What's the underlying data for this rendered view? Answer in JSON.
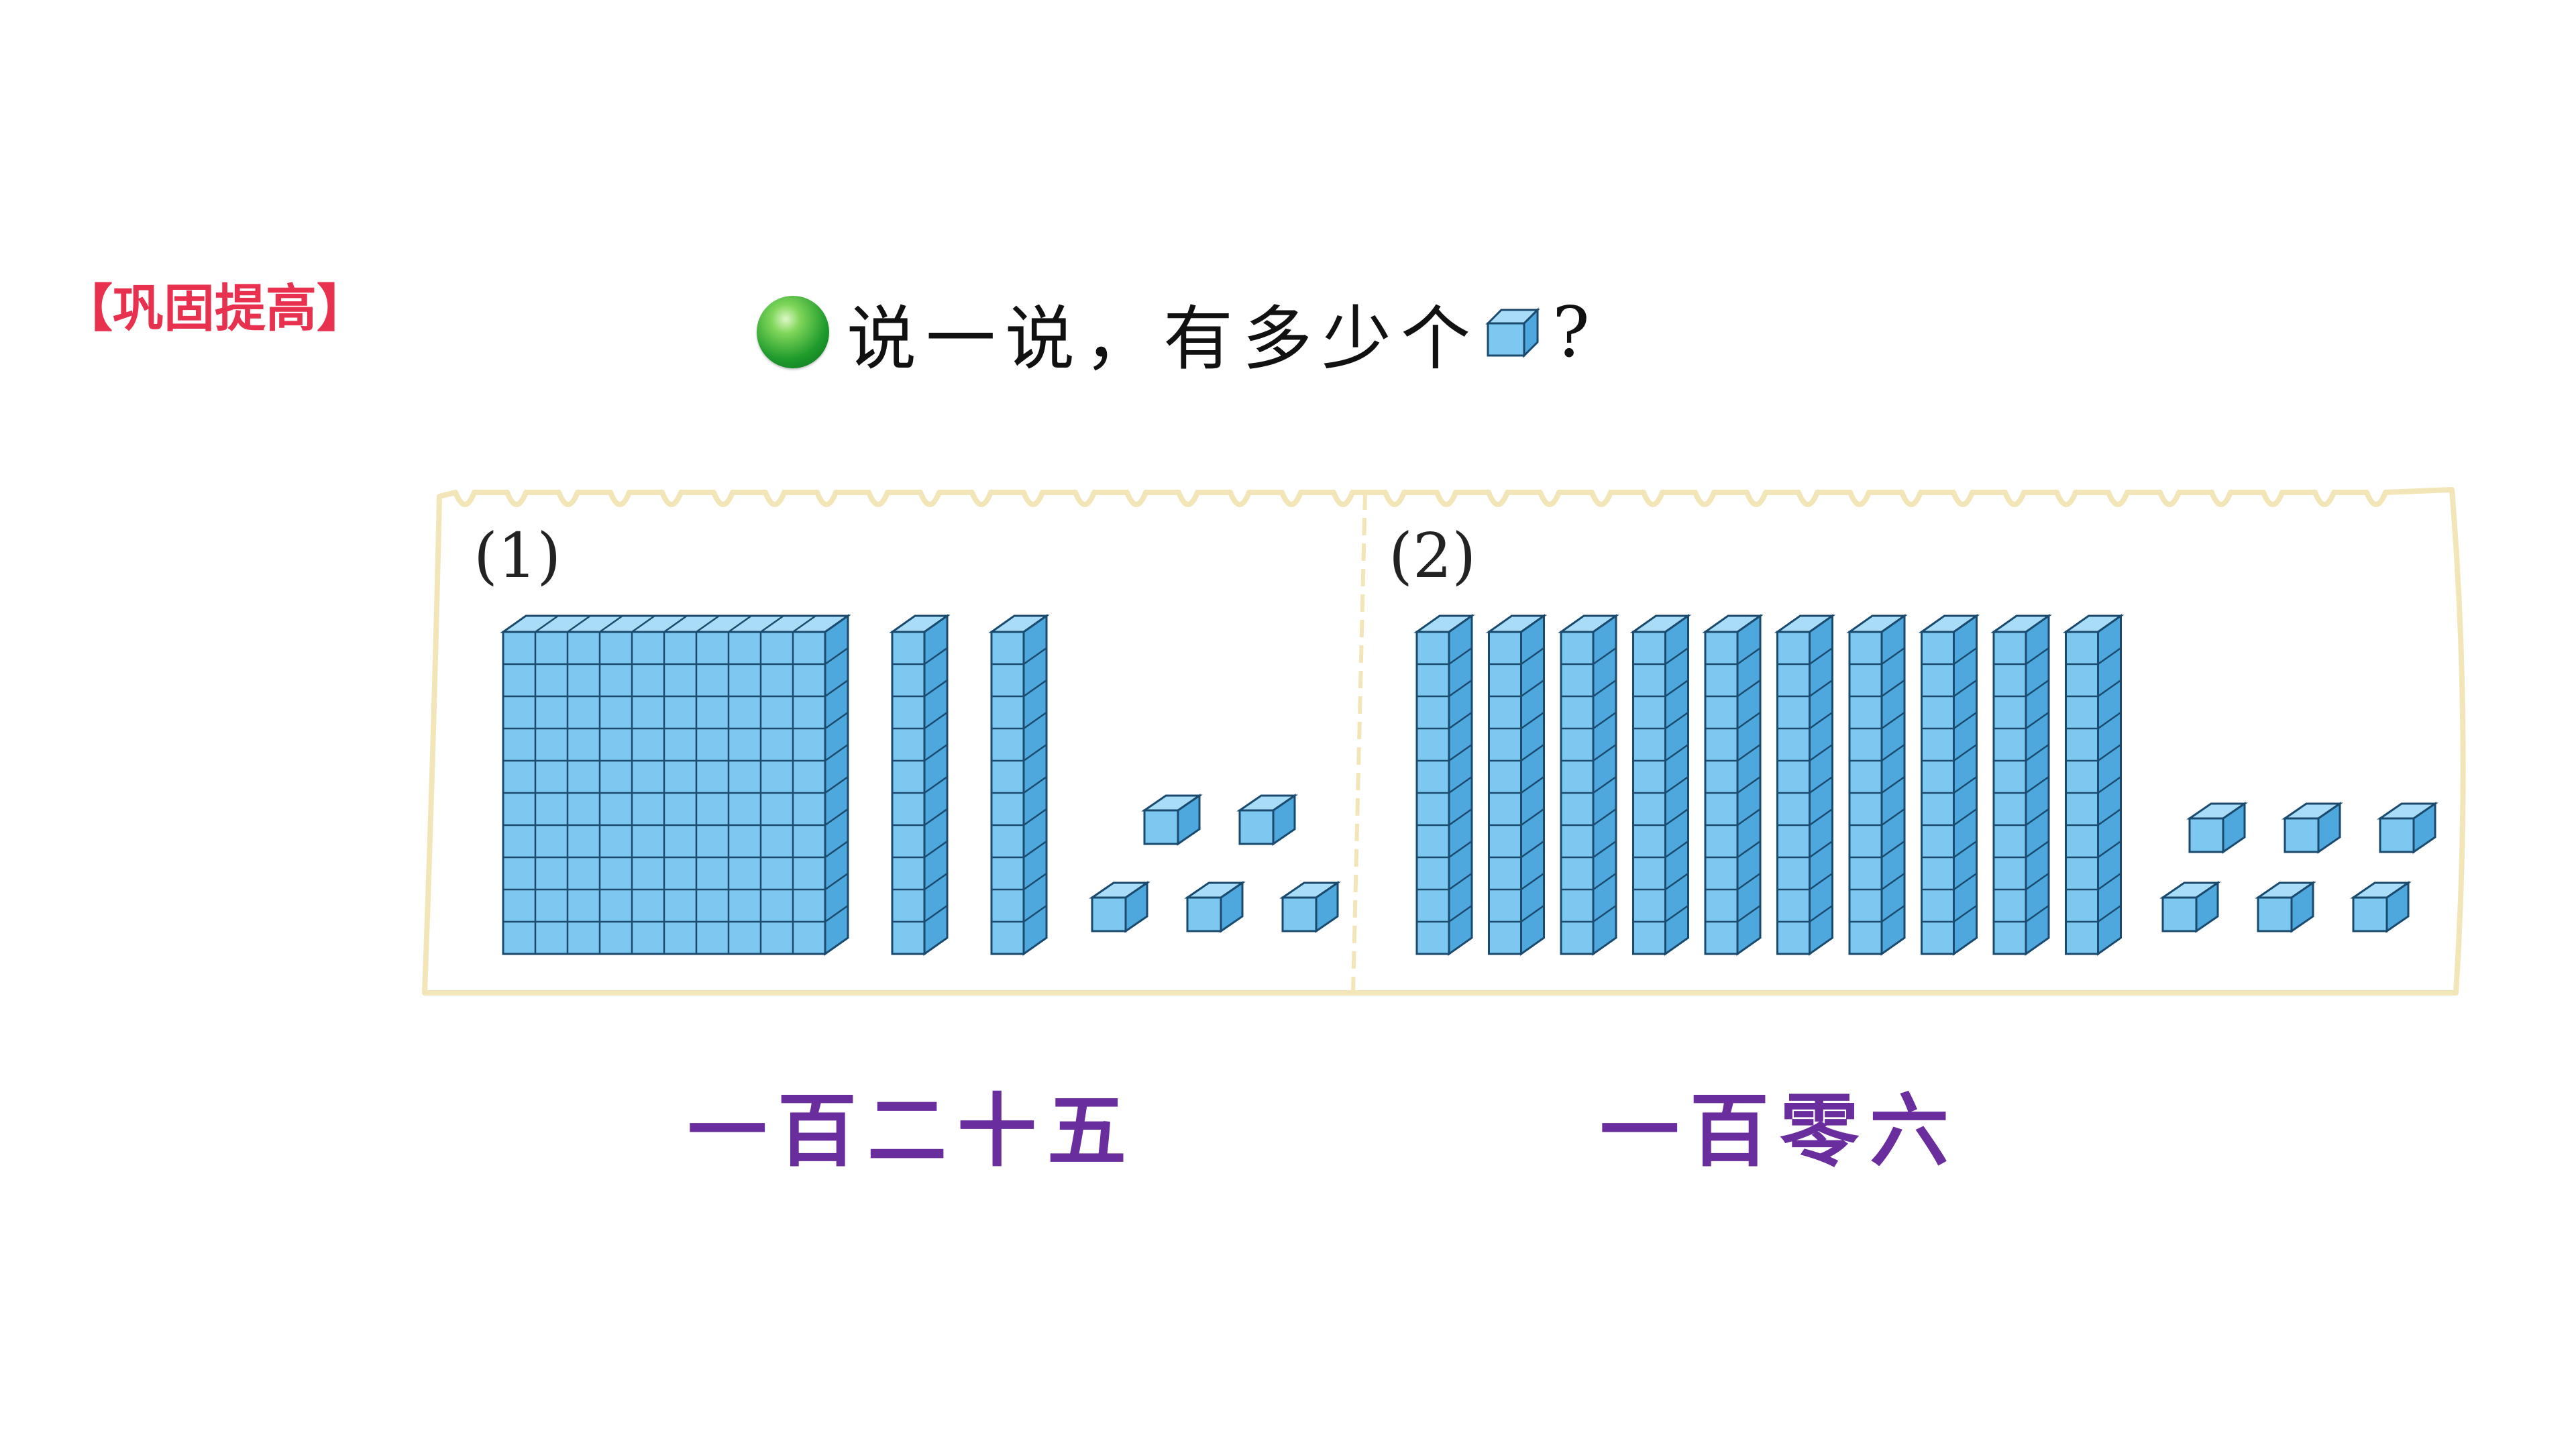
{
  "section_tag": "【巩固提高】",
  "prompt": {
    "icon": "green-ball-icon",
    "text": "说一说，有多少个",
    "unit_icon": "unit-cube-icon",
    "question_mark": "?"
  },
  "panels": [
    {
      "label": "(1)",
      "hundreds": 1,
      "tens": 2,
      "ones": 5,
      "answer": "一百二十五"
    },
    {
      "label": "(2)",
      "hundreds": 0,
      "tens": 10,
      "ones": 6,
      "answer": "一百零六"
    }
  ],
  "colors": {
    "section_tag": "#e8314f",
    "answer": "#6a2d9e",
    "cube_front": "#7cc8f0",
    "cube_top": "#a9dcf6",
    "cube_side": "#4ea8de",
    "cube_line": "#1a4a6e",
    "panel_border": "#f2e6b8"
  }
}
